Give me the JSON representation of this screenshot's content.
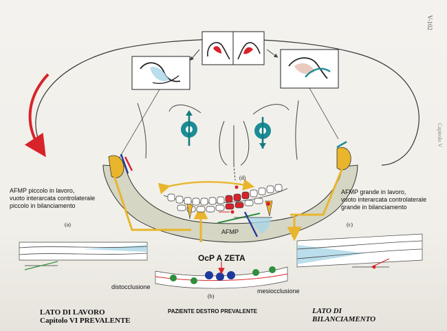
{
  "page_number": "V-102",
  "side_chapter": "Capitolo V",
  "labels": {
    "left_afmp": [
      "AFMP piccolo in lavoro,",
      "vuoto interarcata controlaterale",
      "piccolo in bilanciamento"
    ],
    "right_afmp": [
      "AFMP grande in lavoro,",
      "vuoto interarcata controlaterale",
      "grande in bilanciamento"
    ],
    "mark_a": "(a)",
    "mark_b": "(b)",
    "mark_c": "(c)",
    "mark_d": "(d)",
    "afmp": "AFMP",
    "ocp": "OcP A ZETA",
    "distocclusione": "distocclusione",
    "mesiocclusione": "mesiocclusione",
    "paziente": "PAZIENTE DESTRO PREVALENTE",
    "lato_lavoro": "LATO DI LAVORO",
    "capitolo": "Capitolo VI PREVALENTE",
    "lato_di": "LATO DI",
    "bilanciamento": "BILANCIAMENTO"
  },
  "colors": {
    "arrow_red": "#d8232a",
    "yellow": "#e8b52c",
    "eye_teal": "#1c8c96",
    "mandible_fill": "#d6d6c4",
    "water_blue": "#a9d6e6"
  }
}
